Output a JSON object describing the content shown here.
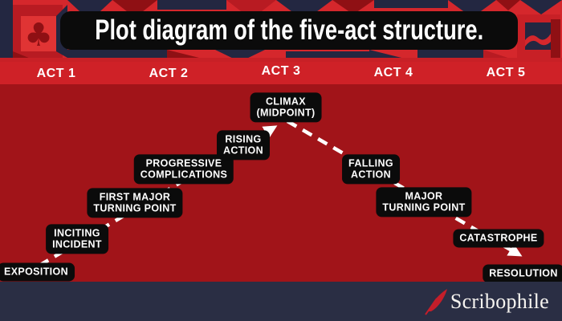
{
  "header": {
    "title": "Plot diagram of the five-act structure."
  },
  "acts": [
    "ACT 1",
    "ACT 2",
    "ACT 3",
    "ACT 4",
    "ACT 5"
  ],
  "plot_points": [
    {
      "id": "exposition",
      "lines": [
        "EXPOSITION"
      ]
    },
    {
      "id": "inciting-incident",
      "lines": [
        "INCITING",
        "INCIDENT"
      ]
    },
    {
      "id": "first-major-turning-point",
      "lines": [
        "FIRST MAJOR",
        "TURNING POINT"
      ]
    },
    {
      "id": "progressive-complications",
      "lines": [
        "PROGRESSIVE",
        "COMPLICATIONS"
      ]
    },
    {
      "id": "rising-action",
      "lines": [
        "RISING",
        "ACTION"
      ]
    },
    {
      "id": "climax-midpoint",
      "lines": [
        "CLIMAX",
        "(MIDPOINT)"
      ]
    },
    {
      "id": "falling-action",
      "lines": [
        "FALLING",
        "ACTION"
      ]
    },
    {
      "id": "major-turning-point",
      "lines": [
        "MAJOR",
        "TURNING POINT"
      ]
    },
    {
      "id": "catastrophe",
      "lines": [
        "CATASTROPHE"
      ]
    },
    {
      "id": "resolution",
      "lines": [
        "RESOLUTION"
      ]
    }
  ],
  "footer": {
    "brand": "Scribophile"
  },
  "icons": {
    "club_glyph": "♣"
  },
  "colors": {
    "bright_red": "#d5272c",
    "act_bar_red": "#cf2127",
    "diagram_red": "#a11419",
    "dark_red_accent": "#8f1014",
    "navy": "#232741",
    "footer_navy": "#2a2e44",
    "label_black": "#0b0b0b",
    "text_white": "#ffffff",
    "quill_red": "#c41e2a"
  }
}
